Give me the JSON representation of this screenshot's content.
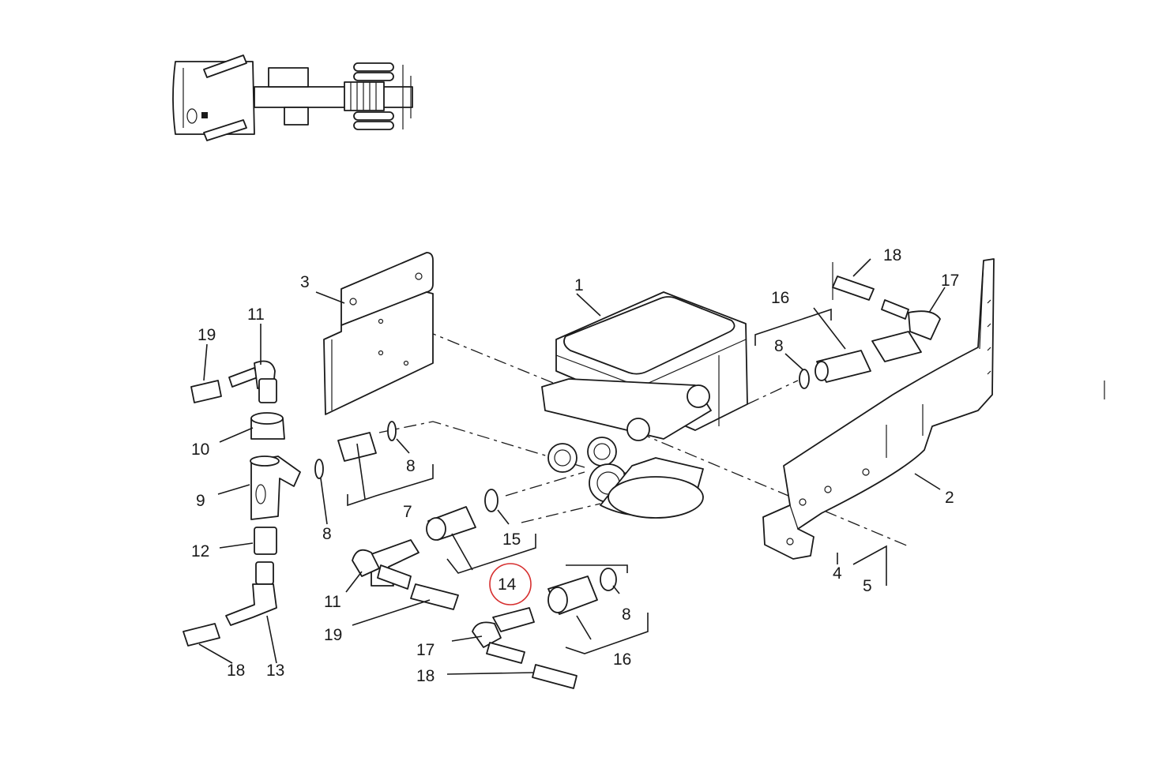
{
  "callouts": {
    "c1": "1",
    "c2": "2",
    "c3": "3",
    "c4": "4",
    "c5": "5",
    "c7": "7",
    "c8_a": "8",
    "c8_b": "8",
    "c8_c": "8",
    "c8_d": "8",
    "c9": "9",
    "c10": "10",
    "c11_a": "11",
    "c11_b": "11",
    "c12": "12",
    "c13": "13",
    "c14": "14",
    "c15": "15",
    "c16_a": "16",
    "c16_b": "16",
    "c17_a": "17",
    "c17_b": "17",
    "c18_a": "18",
    "c18_b": "18",
    "c18_c": "18",
    "c19_a": "19",
    "c19_b": "19"
  },
  "highlight": {
    "callout": "14",
    "color": "#d62f2f"
  }
}
